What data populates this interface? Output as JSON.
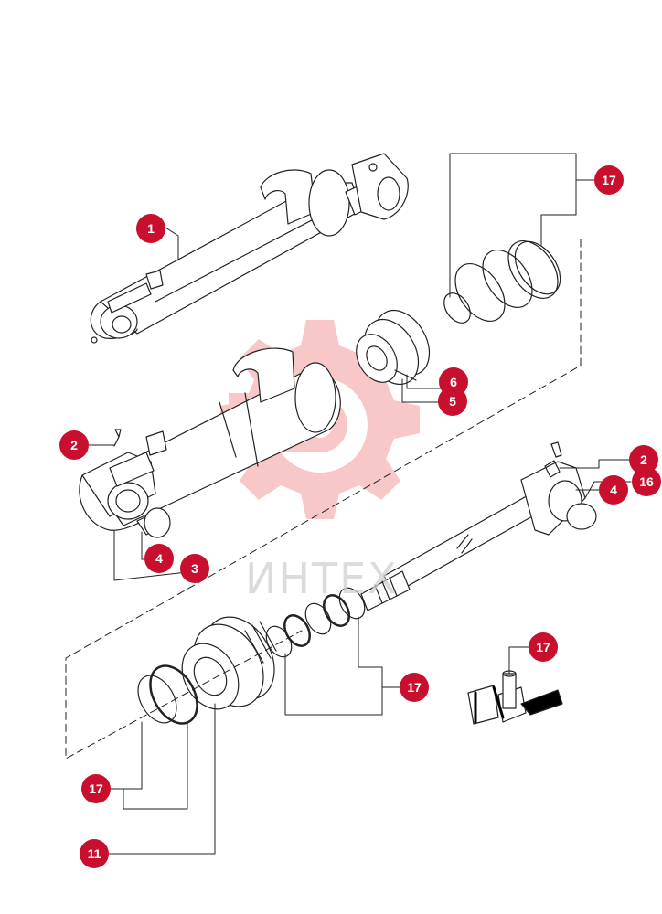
{
  "watermark": {
    "text": "ИНТЕХ",
    "color": "#f6b5b5"
  },
  "accent_color": "#c8102e",
  "callouts": [
    {
      "id": "c1",
      "label": "1"
    },
    {
      "id": "c2a",
      "label": "2"
    },
    {
      "id": "c3",
      "label": "3"
    },
    {
      "id": "c4a",
      "label": "4"
    },
    {
      "id": "c5",
      "label": "5"
    },
    {
      "id": "c6",
      "label": "6"
    },
    {
      "id": "c17a",
      "label": "17"
    },
    {
      "id": "c2b",
      "label": "2"
    },
    {
      "id": "c16",
      "label": "16"
    },
    {
      "id": "c4b",
      "label": "4"
    },
    {
      "id": "c17b",
      "label": "17"
    },
    {
      "id": "c17c",
      "label": "17"
    },
    {
      "id": "c17d",
      "label": "17"
    },
    {
      "id": "c11",
      "label": "11"
    }
  ]
}
